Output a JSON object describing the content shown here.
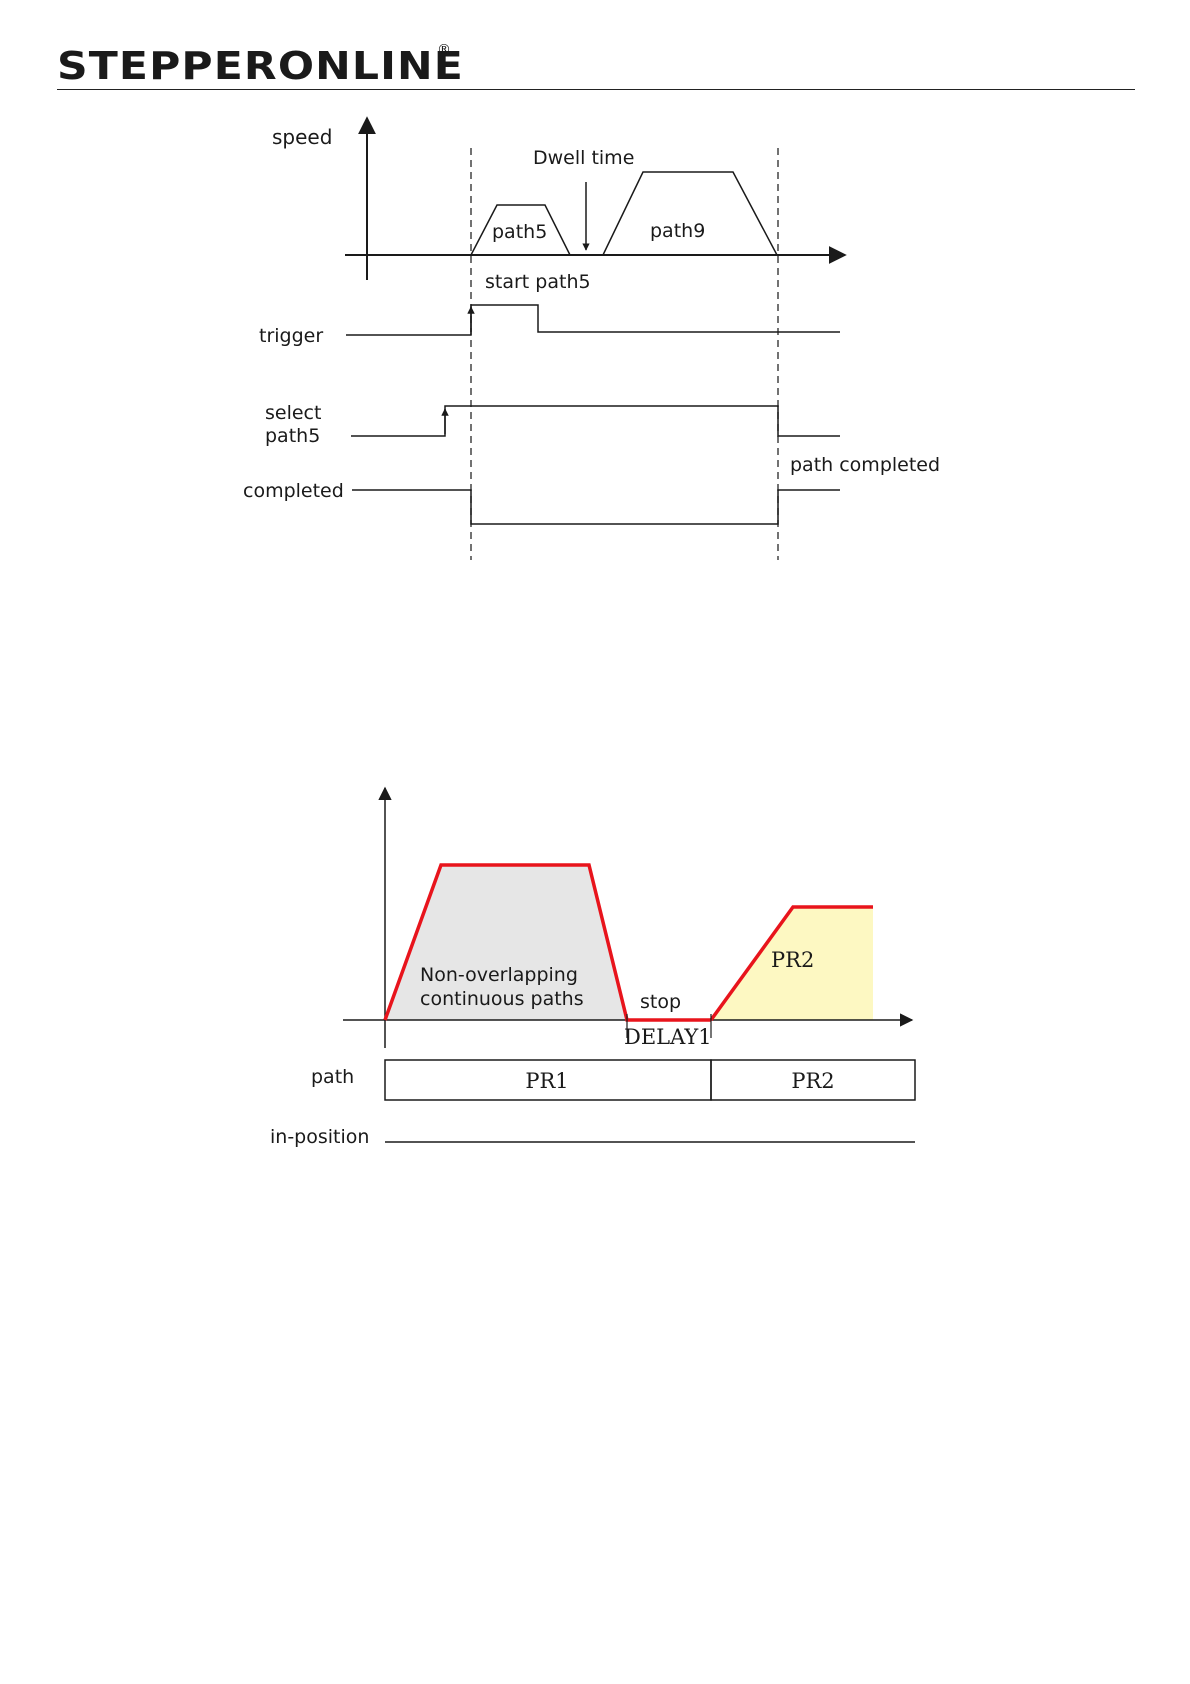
{
  "header": {
    "brand": "STEPPERONLINE",
    "registered_mark": "®"
  },
  "diagram1": {
    "labels": {
      "speed": "speed",
      "dwell_time": "Dwell time",
      "path5": "path5",
      "path9": "path9",
      "start_path5": "start path5",
      "trigger": "trigger",
      "select": "select",
      "select_path5": "path5",
      "completed": "completed",
      "path_completed": "path completed"
    }
  },
  "diagram2": {
    "labels": {
      "non_overlapping_1": "Non-overlapping",
      "non_overlapping_2": "continuous paths",
      "stop": "stop",
      "delay": "DELAY1",
      "pr2_area": "PR2",
      "path": "path",
      "pr1_box": "PR1",
      "pr2_box": "PR2",
      "in_position": "in-position"
    },
    "colors": {
      "profile": "#e8141c",
      "pr1_fill": "#e6e6e6",
      "pr2_fill": "#fdf8c2"
    }
  }
}
